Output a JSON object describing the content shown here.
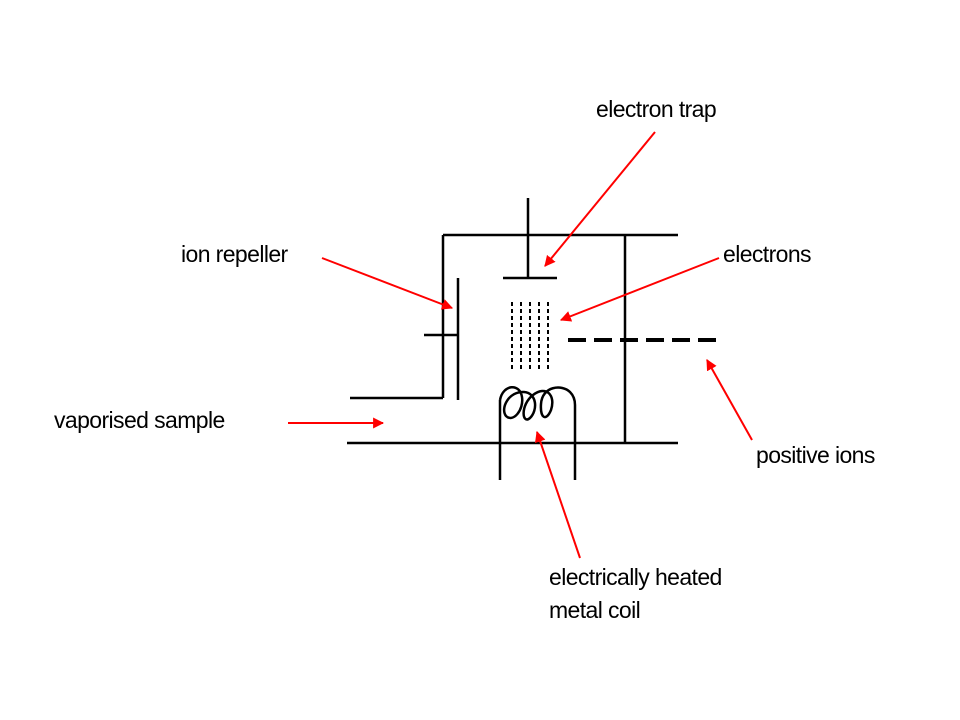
{
  "labels": {
    "electron_trap": "electron trap",
    "ion_repeller": "ion repeller",
    "electrons": "electrons",
    "vaporised_sample": "vaporised sample",
    "positive_ions": "positive ions",
    "coil_line1": "electrically heated",
    "coil_line2": "metal coil"
  },
  "colors": {
    "arrow": "#ff0000",
    "line": "#000000",
    "background": "#ffffff"
  }
}
